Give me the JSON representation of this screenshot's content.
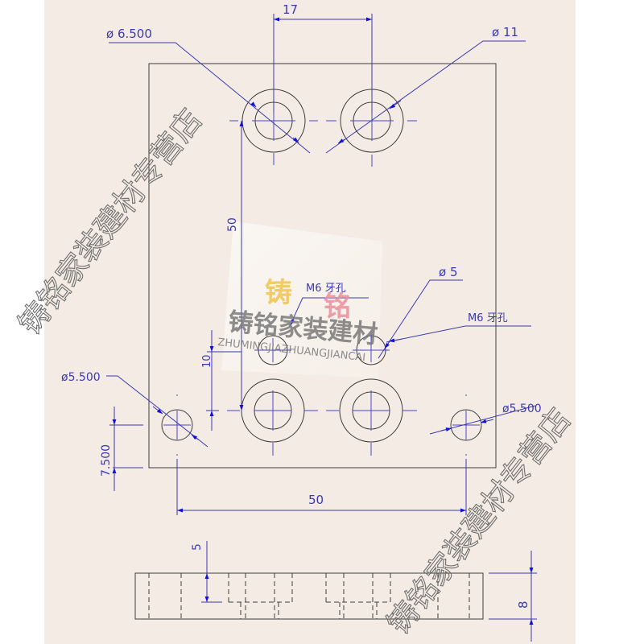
{
  "colors": {
    "paper": "#f4ece4",
    "outer": "#ffffff",
    "outline": "#3c3c3c",
    "dimension": "#3a3ab0",
    "arrow": "#1010e0",
    "watermark_gray": "#6e6e6e",
    "logo_yellow": "#f2c75a",
    "logo_pink": "#ec8f9a"
  },
  "front_view": {
    "callouts": {
      "counterbore_small": "ø 6.500",
      "counterbore_large": "ø 11",
      "tap_drill": "ø 5",
      "thread_left": "M6 牙孔",
      "thread_right": "M6 牙孔",
      "side_hole_left": "ø5.500",
      "side_hole_right": "ø5.500"
    },
    "dimensions": {
      "hole_spacing_top": "17",
      "vertical_hole_spacing": "50",
      "thread_offset": "10",
      "bottom_edge_offset": "7.500",
      "side_hole_spacing": "50"
    }
  },
  "side_view": {
    "dimensions": {
      "counterbore_depth": "5",
      "thickness": "8"
    }
  },
  "watermark": {
    "diagonal_left": "铸铭家装建材专营店",
    "diagonal_right": "铸铭家装建材专营店",
    "logo_char_1": "铸",
    "logo_char_2": "铭",
    "center_cn": "铸铭家装建材",
    "center_pinyin": "ZHUMINGJIAZHUANGJIANCAI"
  }
}
